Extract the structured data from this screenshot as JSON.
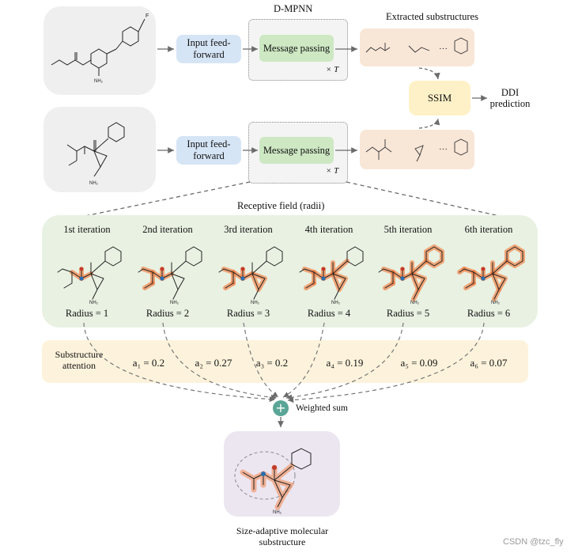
{
  "top": {
    "dmpnn_label": "D-MPNN",
    "extracted_label": "Extracted substructures",
    "input_ff_1": "Input feed-forward",
    "input_ff_2": "Input feed-forward",
    "msg_pass_1": "Message passing",
    "msg_pass_2": "Message passing",
    "times_t_1": "× T",
    "times_t_2": "× T",
    "ellipsis_1": "···",
    "ellipsis_2": "···",
    "ssim": "SSIM",
    "ddi_line1": "DDI",
    "ddi_line2": "prediction",
    "mol1_atom_f": "F",
    "mol1_atom_nh2": "NH₂",
    "mol2_atom_nh2": "NH₂"
  },
  "receptive": {
    "title": "Receptive field (radii)",
    "iterations": [
      "1st iteration",
      "2nd iteration",
      "3rd iteration",
      "4th iteration",
      "5th iteration",
      "6th iteration"
    ],
    "radii": [
      "Radius = 1",
      "Radius = 2",
      "Radius = 3",
      "Radius = 4",
      "Radius = 5",
      "Radius = 6"
    ],
    "nh2": "NH₂"
  },
  "attention": {
    "label_line1": "Substructure",
    "label_line2": "attention",
    "weights": [
      "a₁ = 0.2",
      "a₂ = 0.27",
      "a₃ = 0.2",
      "a₄ = 0.19",
      "a₅ = 0.09",
      "a₆ = 0.07"
    ]
  },
  "bottom": {
    "plus": "+",
    "weighted_sum": "Weighted sum",
    "caption_line1": "Size-adaptive molecular",
    "caption_line2": "substructure",
    "nh2": "NH₂"
  },
  "watermark": "CSDN @tzc_fly",
  "colors": {
    "highlight": "#f2844a",
    "atom_blue": "#2a6fb0",
    "arrow": "#6b6b6b"
  }
}
